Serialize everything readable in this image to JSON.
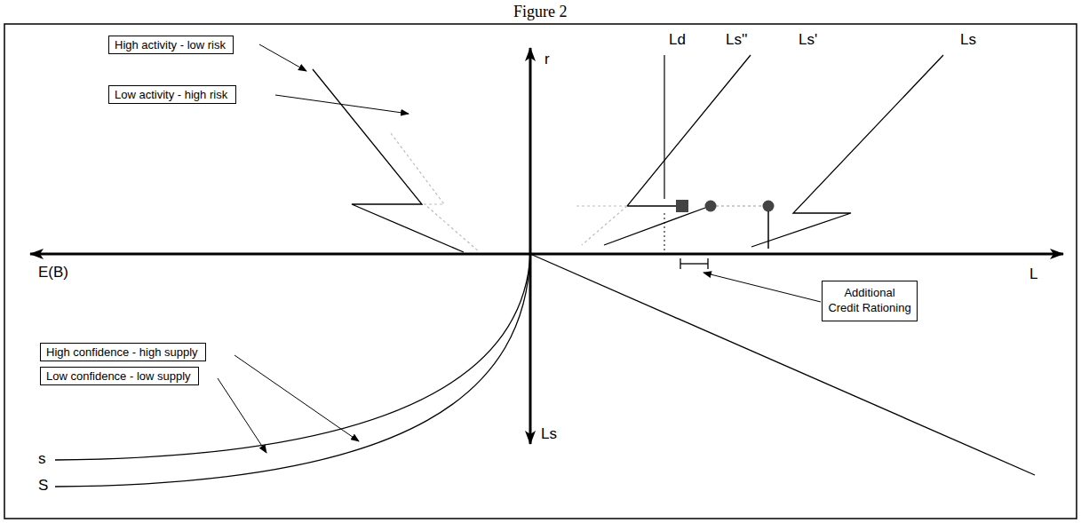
{
  "diagram": {
    "title": "Figure 2",
    "nodes": [
      {
        "text": [
          "High activity - low risk"
        ]
      },
      {
        "text": [
          "Low activity - high risk"
        ]
      },
      {
        "text": [
          "Additional Credit Rationing"
        ]
      },
      {
        "text": [
          "High confidence - high supply"
        ]
      },
      {
        "text": [
          "Low confidence - low supply"
        ]
      }
    ],
    "labels": [
      "r",
      "Ld",
      "Ls''",
      "Ls'",
      "Ls",
      "E(B)",
      "L",
      "Ls",
      "s",
      "S"
    ]
  }
}
